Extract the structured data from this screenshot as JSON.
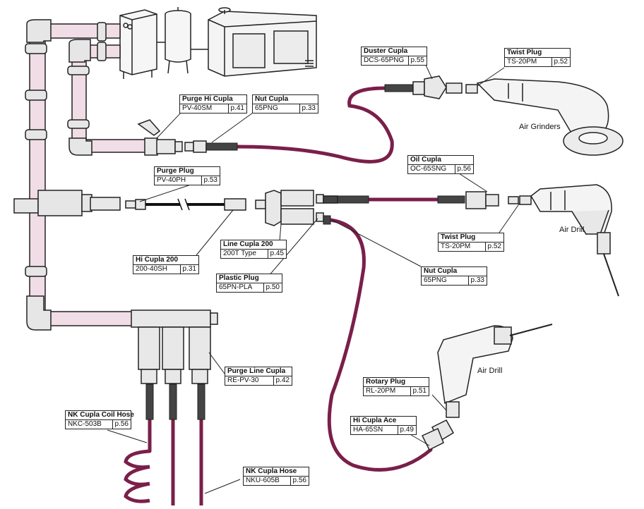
{
  "colors": {
    "hose": "#7a1f4a",
    "pipe_fill": "#f0dde6",
    "line": "#222222",
    "metal": "#e8e8e8"
  },
  "callouts": [
    {
      "id": "duster-cupla",
      "title": "Duster Cupla",
      "model": "DCS-65PNG",
      "page": "p.55"
    },
    {
      "id": "twist-plug-top",
      "title": "Twist Plug",
      "model": "TS-20PM",
      "page": "p.52"
    },
    {
      "id": "purge-hi-cupla",
      "title": "Purge Hi Cupla",
      "model": "PV-40SM",
      "page": "p.41"
    },
    {
      "id": "nut-cupla-top",
      "title": "Nut Cupla",
      "model": "65PNG",
      "page": "p.33"
    },
    {
      "id": "purge-plug",
      "title": "Purge Plug",
      "model": "PV-40PH",
      "page": "p.53"
    },
    {
      "id": "oil-cupla",
      "title": "Oil Cupla",
      "model": "OC-65SNG",
      "page": "p.56"
    },
    {
      "id": "twist-plug-mid",
      "title": "Twist Plug",
      "model": "TS-20PM",
      "page": "p.52"
    },
    {
      "id": "line-cupla",
      "title": "Line Cupla 200",
      "model": "200T Type",
      "page": "p.45"
    },
    {
      "id": "hi-cupla-200",
      "title": "Hi Cupla 200",
      "model": "200-40SH",
      "page": "p.31"
    },
    {
      "id": "nut-cupla-mid",
      "title": "Nut Cupla",
      "model": "65PNG",
      "page": "p.33"
    },
    {
      "id": "plastic-plug",
      "title": "Plastic Plug",
      "model": "65PN-PLA",
      "page": "p.50"
    },
    {
      "id": "purge-line-cupla",
      "title": "Purge Line Cupla",
      "model": "RE-PV-30",
      "page": "p.42"
    },
    {
      "id": "rotary-plug",
      "title": "Rotary Plug",
      "model": "RL-20PM",
      "page": "p.51"
    },
    {
      "id": "hi-cupla-ace",
      "title": "Hi Cupla Ace",
      "model": "HA-65SN",
      "page": "p.49"
    },
    {
      "id": "nk-coil-hose",
      "title": "NK Cupla Coil Hose",
      "model": "NKC-503B",
      "page": "p.56"
    },
    {
      "id": "nk-hose",
      "title": "NK Cupla Hose",
      "model": "NKU-605B",
      "page": "p.56"
    }
  ],
  "tool_labels": {
    "air_grinders": "Air Grinders",
    "air_drill_right": "Air Drill",
    "air_drill_bottom": "Air Drill"
  }
}
